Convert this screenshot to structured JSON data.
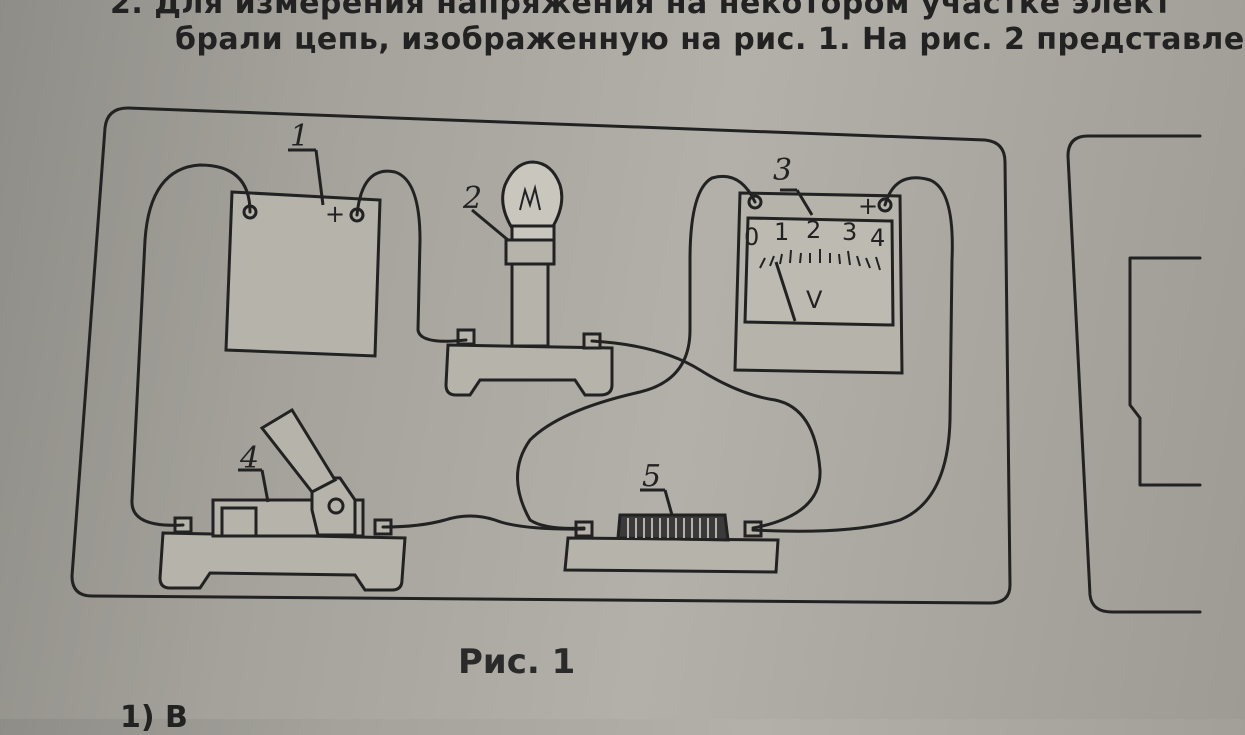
{
  "text": {
    "line1": "2.  Для измерения напряжения на некотором участке элект",
    "line2": "брали цепь, изображенную на рис. 1. На рис. 2 представле",
    "caption": "Рис. 1",
    "bottom": "1)   В"
  },
  "figure": {
    "labels": {
      "battery": "1",
      "lamp": "2",
      "voltmeter": "3",
      "switch": "4",
      "rheostat": "5"
    },
    "battery_plus": "+",
    "voltmeter": {
      "plus": "+",
      "scale": [
        "0",
        "1",
        "2",
        "3",
        "4"
      ],
      "unit": "V",
      "needle_reading": 1.3
    }
  },
  "colors": {
    "ink": "#222222",
    "paper": "#aeaca5"
  }
}
